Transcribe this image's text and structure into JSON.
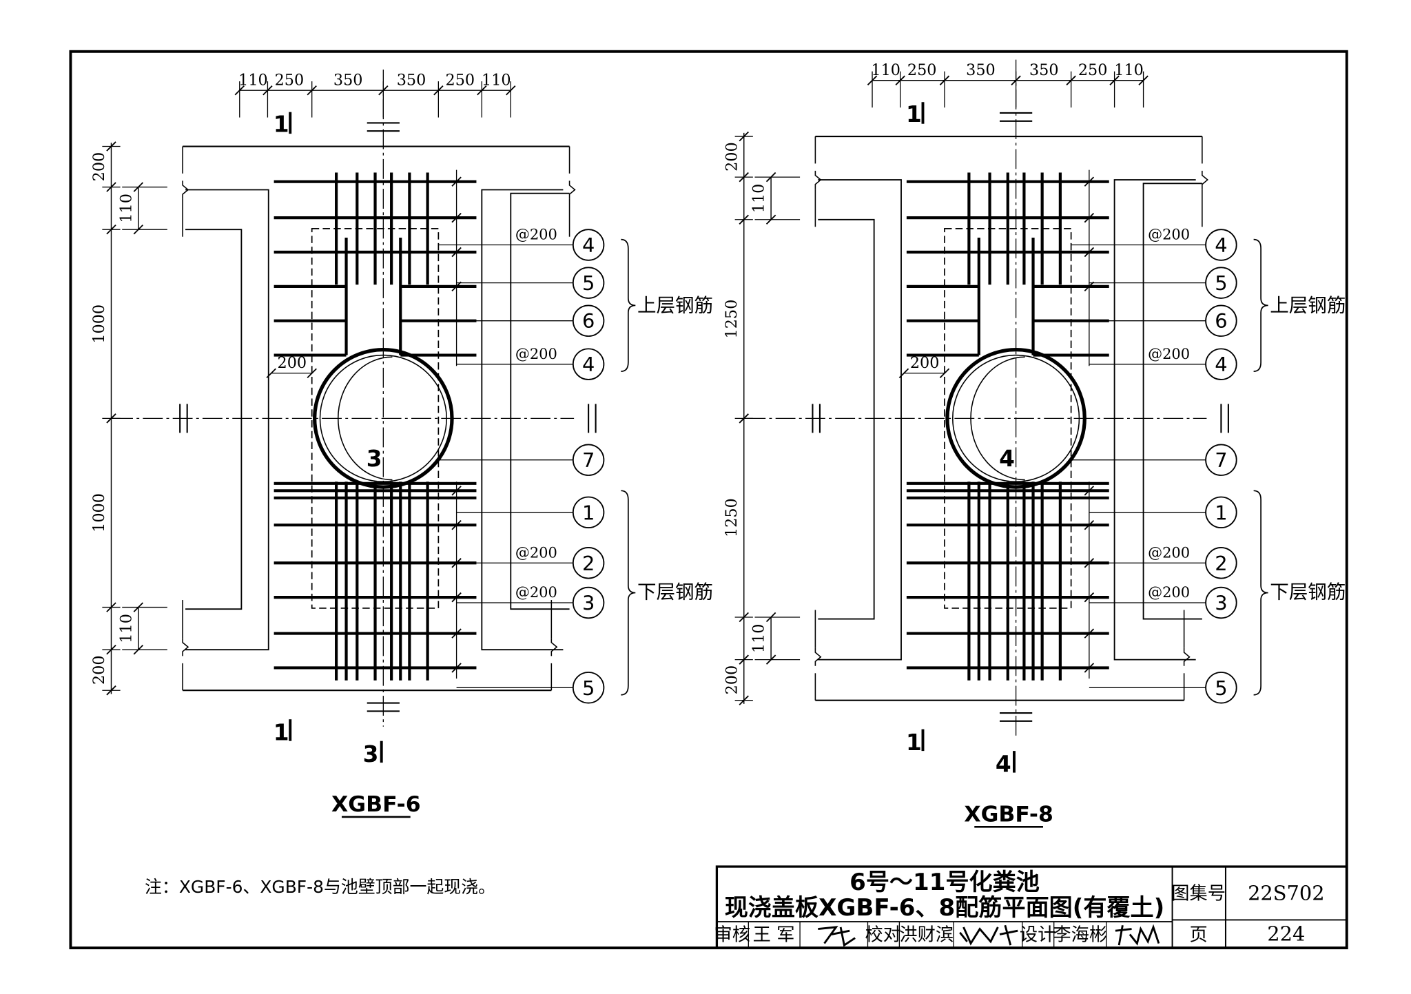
{
  "views": [
    {
      "name": "XGBF-6",
      "section_marks": [
        "1",
        "1",
        "3",
        "3"
      ],
      "top_dims": [
        "110",
        "250",
        "350",
        "350",
        "250",
        "110"
      ],
      "left_dims": [
        "200",
        "110",
        "1000",
        "1000",
        "110",
        "200"
      ],
      "opening_dim": "200",
      "spacing_labels": [
        "@200",
        "@200",
        "@200",
        "@200"
      ],
      "bubbles_upper": [
        "4",
        "5",
        "6",
        "4"
      ],
      "bubble_mid": "7",
      "bubbles_lower": [
        "1",
        "2",
        "3",
        "5"
      ],
      "upper_label": "上层钢筋",
      "lower_label": "下层钢筋"
    },
    {
      "name": "XGBF-8",
      "section_marks": [
        "1",
        "1",
        "4",
        "4"
      ],
      "top_dims": [
        "110",
        "250",
        "350",
        "350",
        "250",
        "110"
      ],
      "left_dims": [
        "200",
        "110",
        "1250",
        "1250",
        "110",
        "200"
      ],
      "opening_dim": "200",
      "spacing_labels": [
        "@200",
        "@200",
        "@200",
        "@200"
      ],
      "bubbles_upper": [
        "4",
        "5",
        "6",
        "4"
      ],
      "bubble_mid": "7",
      "bubbles_lower": [
        "1",
        "2",
        "3",
        "5"
      ],
      "upper_label": "上层钢筋",
      "lower_label": "下层钢筋"
    }
  ],
  "note": "注：XGBF-6、XGBF-8与池壁顶部一起现浇。",
  "title_block": {
    "title_line1": "6号～11号化粪池",
    "title_line2": "现浇盖板XGBF-6、8配筋平面图(有覆土)",
    "atlas_label": "图集号",
    "atlas_no": "22S702",
    "page_label": "页",
    "page_no": "224",
    "review_label": "审核",
    "review_name": "王 军",
    "check_label": "校对",
    "check_name": "洪财滨",
    "design_label": "设计",
    "design_name": "李海彬"
  }
}
